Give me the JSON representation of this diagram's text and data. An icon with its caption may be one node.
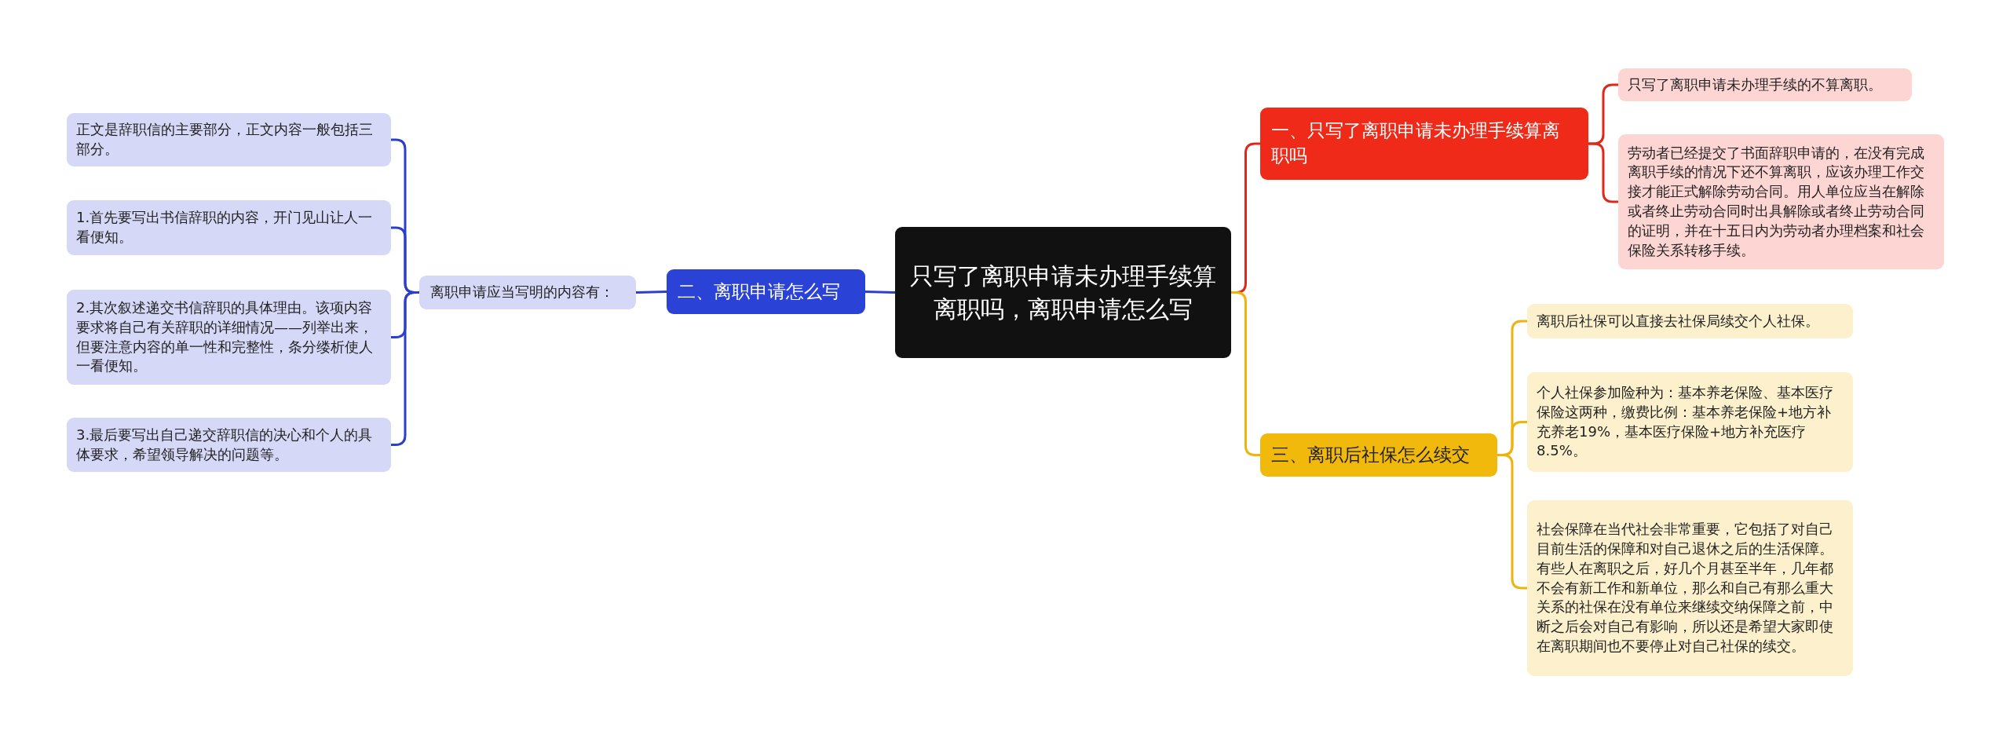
{
  "diagram": {
    "nodes": [
      {
        "text": [
          "只写了离职申请未办理手续算离职吗，离职申请怎么写"
        ]
      },
      {
        "text": [
          "一、只写了离职申请未办理手续算离职吗"
        ]
      },
      {
        "text": [
          "只写了离职申请未办理手续的不算离职。"
        ]
      },
      {
        "text": [
          "劳动者已经提交了书面辞职申请的，在没有完成离职手续的情况下还不算离职，应该办理工作交接才能正式解除劳动合同。用人单位应当在解除或者终止劳动合同时出具解除或者终止劳动合同的证明，并在十五日内为劳动者办理档案和社会保险关系转移手续。"
        ]
      },
      {
        "text": [
          "二、离职申请怎么写"
        ]
      },
      {
        "text": [
          "离职申请应当写明的内容有："
        ]
      },
      {
        "text": [
          "正文是辞职信的主要部分，正文内容一般包括三部分。"
        ]
      },
      {
        "text": [
          "1.首先要写出书信辞职的内容，开门见山让人一看便知。"
        ]
      },
      {
        "text": [
          "2.其次叙述递交书信辞职的具体理由。该项内容要求将自己有关辞职的详细情况——列举出来，但要注意内容的单一性和完整性，条分缕析使人一看便知。"
        ]
      },
      {
        "text": [
          "3.最后要写出自己递交辞职信的决心和个人的具体要求，希望领导解决的问题等。"
        ]
      },
      {
        "text": [
          "三、离职后社保怎么续交"
        ]
      },
      {
        "text": [
          "离职后社保可以直接去社保局续交个人社保。"
        ]
      },
      {
        "text": [
          "个人社保参加险种为：基本养老保险、基本医疗保险这两种，缴费比例：基本养老保险+地方补充养老19%，基本医疗保险+地方补充医疗8.5%。"
        ]
      },
      {
        "text": [
          "社会保障在当代社会非常重要，它包括了对自己目前生活的保障和对自己退休之后的生活保障。有些人在离职之后，好几个月甚至半年，几年都不会有新工作和新单位，那么和自己有那么重大关系的社保在没有单位来继续交纳保障之前，中断之后会对自己有影响，所以还是希望大家即使在离职期间也不要停止对自己社保的续交。"
        ]
      }
    ],
    "edges": [
      {
        "from": 0,
        "to": 1,
        "arrow": "none",
        "color": "#e0281a"
      },
      {
        "from": 1,
        "to": 2,
        "arrow": "none",
        "color": "#e0281a"
      },
      {
        "from": 1,
        "to": 3,
        "arrow": "none",
        "color": "#e0281a"
      },
      {
        "from": 0,
        "to": 4,
        "arrow": "none"
      },
      {
        "from": 4,
        "to": 5,
        "arrow": "none"
      },
      {
        "from": 5,
        "to": 6,
        "arrow": "none"
      },
      {
        "from": 5,
        "to": 7,
        "arrow": "none"
      },
      {
        "from": 5,
        "to": 8,
        "arrow": "none"
      },
      {
        "from": 5,
        "to": 9,
        "arrow": "none"
      },
      {
        "from": 0,
        "to": 10,
        "arrow": "none",
        "color": "#eeb30c"
      },
      {
        "from": 10,
        "to": 11,
        "arrow": "none",
        "color": "#eeb30c"
      },
      {
        "from": 10,
        "to": 12,
        "arrow": "none",
        "color": "#eeb30c"
      },
      {
        "from": 10,
        "to": 13,
        "arrow": "none",
        "color": "#eeb30c"
      }
    ]
  }
}
